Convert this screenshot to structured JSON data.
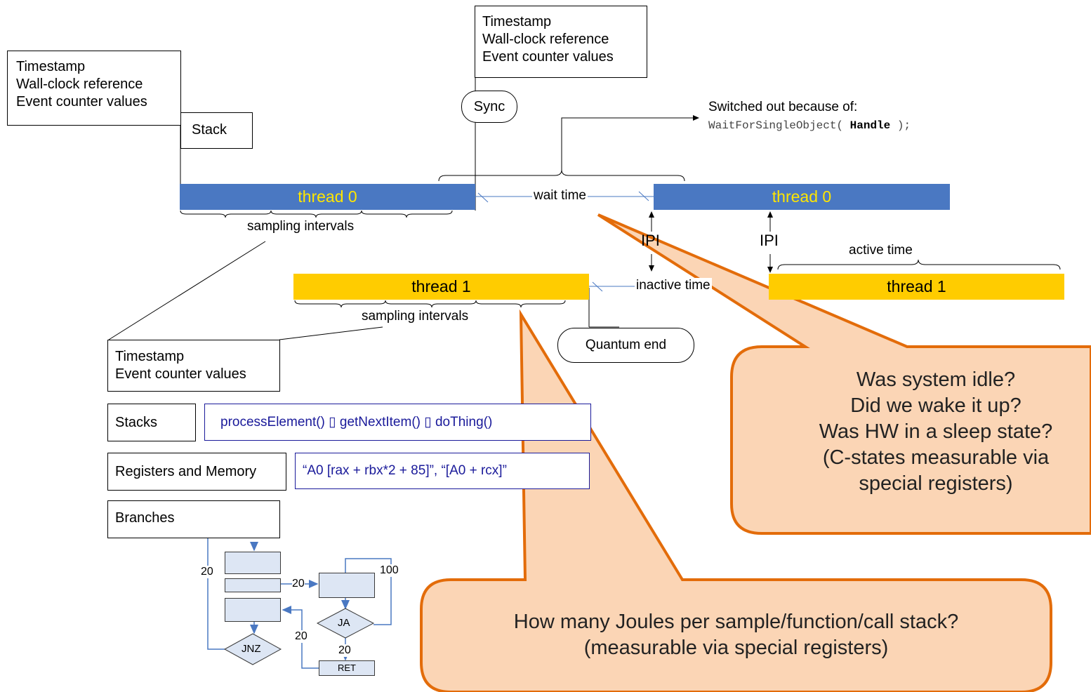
{
  "top_left_box": {
    "lines": [
      "Timestamp",
      "Wall-clock reference",
      "Event counter values"
    ],
    "stack_label": "Stack"
  },
  "sync_box": {
    "lines": [
      "Timestamp",
      "Wall-clock reference",
      "Event counter values"
    ],
    "sync_label": "Sync"
  },
  "switched_out": {
    "text": "Switched out because of:",
    "code_prefix": "WaitForSingleObject(",
    "code_handle": "Handle",
    "code_suffix": ");"
  },
  "threads": {
    "t0_left": "thread 0",
    "t0_right": "thread 0",
    "t1_left": "thread 1",
    "t1_right": "thread 1",
    "wait_time": "wait time",
    "inactive_time": "inactive time",
    "active_time": "active time",
    "ipi_left": "IPI",
    "ipi_right": "IPI",
    "sampling_top": "sampling intervals",
    "sampling_bottom": "sampling intervals",
    "quantum_end": "Quantum end"
  },
  "sample_box": {
    "lines": [
      "Timestamp",
      "Event counter values"
    ]
  },
  "stacks": {
    "label": "Stacks",
    "content": "processElement() ▯  getNextItem() ▯  doThing()"
  },
  "registers": {
    "label": "Registers and Memory",
    "content": "“A0 [rax + rbx*2 + 85]”, “[A0 + rcx]”"
  },
  "branches": {
    "label": "Branches",
    "count_left": "20",
    "count_mid": "20",
    "count_loop": "100",
    "count_ret_in": "20",
    "count_ret_out": "20",
    "jnz": "JNZ",
    "ja": "JA",
    "ret": "RET"
  },
  "callouts": {
    "idle": [
      "Was system idle?",
      "Did we wake it up?",
      "Was HW in a sleep state?",
      "(C-states measurable via",
      "special registers)"
    ],
    "joules": [
      "How many Joules per sample/function/call stack?",
      "(measurable via special registers)"
    ]
  },
  "colors": {
    "thread0": "#4a78c2",
    "thread0_text": "#ffe600",
    "thread1": "#ffcc00",
    "callout_fill": "#fbd5b5",
    "callout_border": "#e36c0a",
    "code_blue": "#1a1a9a"
  }
}
